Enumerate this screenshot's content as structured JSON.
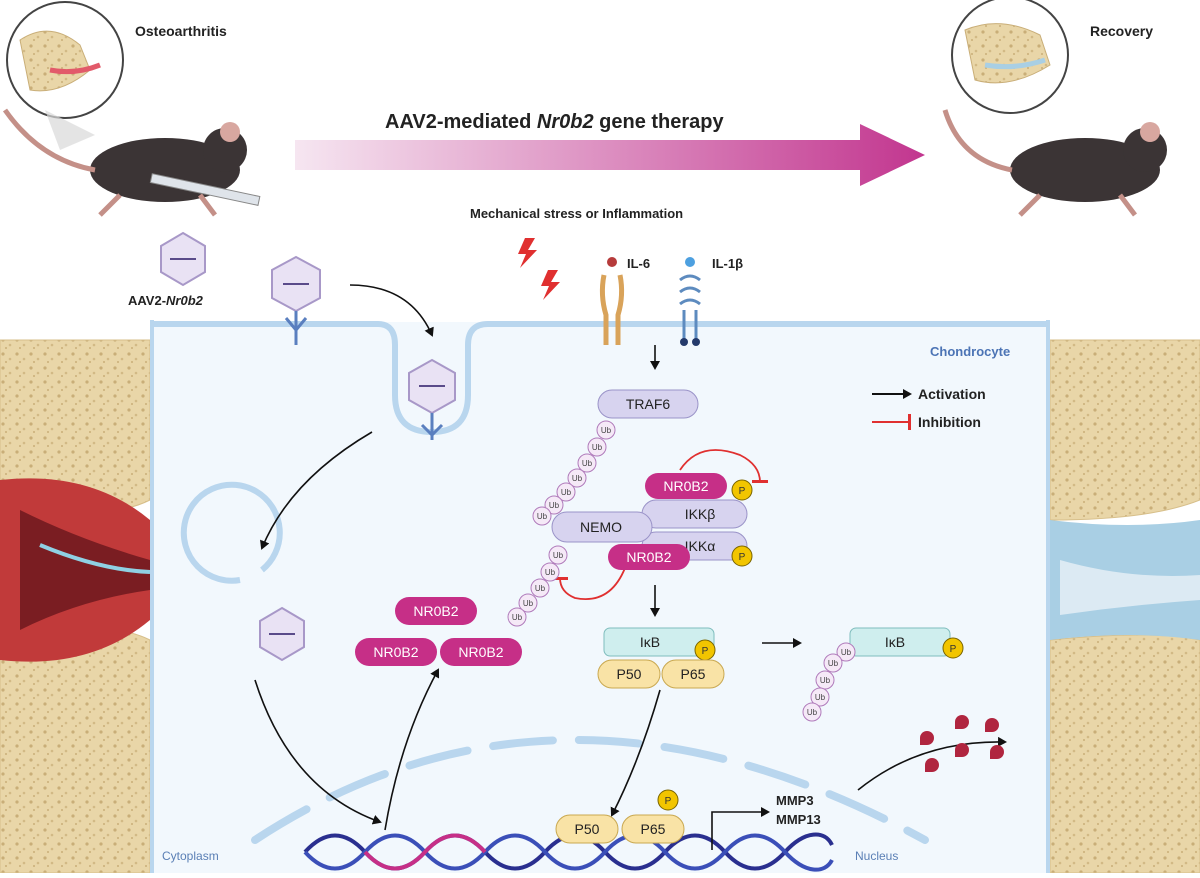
{
  "figure": {
    "osteoarthritis_label": "Osteoarthritis",
    "recovery_label": "Recovery",
    "therapy_prefix": "AAV2-mediated ",
    "therapy_gene": "Nr0b2",
    "therapy_suffix": " gene therapy",
    "stress_label": "Mechanical stress or Inflammation",
    "aav_prefix": "AAV2-",
    "aav_gene": "Nr0b2",
    "il6": "IL-6",
    "il1b": "IL-1β",
    "chondrocyte": "Chondrocyte",
    "cytoplasm": "Cytoplasm",
    "nucleus": "Nucleus",
    "legend": {
      "activation": "Activation",
      "inhibition": "Inhibition"
    },
    "traf6": "TRAF6",
    "ub": "Ub",
    "nemo": "NEMO",
    "ikkb": "IKKβ",
    "ikka": "IKKα",
    "nr0b2": "NR0B2",
    "ikb": "IκB",
    "p": "P",
    "p50": "P50",
    "p65": "P65",
    "mmp3": "MMP3",
    "mmp13": "MMP13"
  },
  "colors": {
    "membrane": "#b9d6ee",
    "cell": "#f2f8fd",
    "nr0b2": "#c62f87",
    "lavender": "#d7d3ef",
    "ikb": "#cfeeee",
    "p5065": "#f9e3a6",
    "phospho": "#f2c500",
    "arrow_gradient_end": "#c2368f",
    "bone": "#e7d3a4",
    "inhibition": "#e03030"
  }
}
